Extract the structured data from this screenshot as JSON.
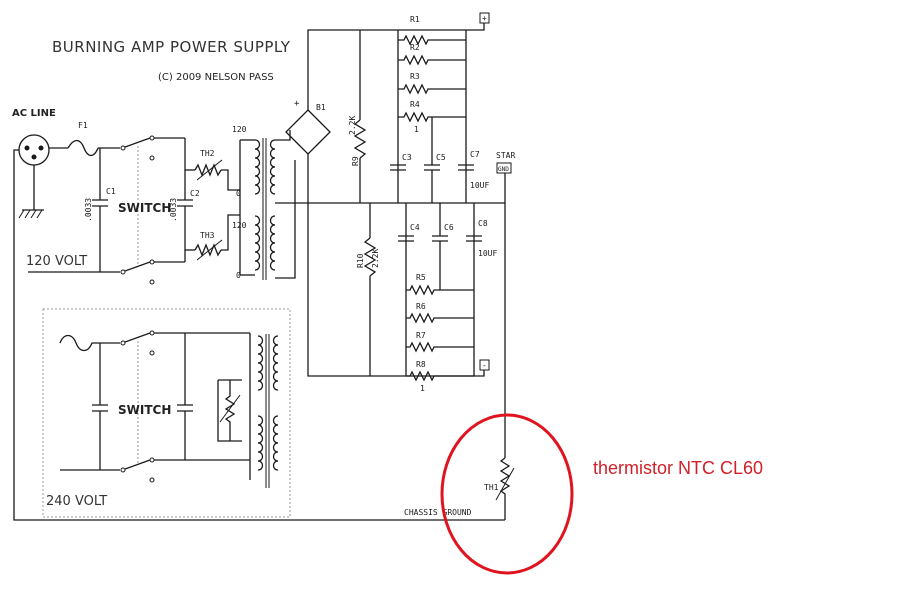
{
  "title": "BURNING AMP POWER SUPPLY",
  "copyright": "(C) 2009 NELSON PASS",
  "ac_line": "AC LINE",
  "v120": "120 VOLT",
  "v240": "240 VOLT",
  "switch": "SWITCH",
  "fuse": "F1",
  "c1": "C1",
  "c1_val": ".0033",
  "c2": "C2",
  "c2_val": ".0033",
  "th2": "TH2",
  "th3": "TH3",
  "tap_120": "120",
  "tap_0": "0",
  "bridge": "B1",
  "plus": "+",
  "r9": "R9",
  "r9_val": "2.2K",
  "r10": "R10",
  "r10_val": "2.2K",
  "resistors_top": [
    "R1",
    "R2",
    "R3",
    "R4"
  ],
  "resistors_bottom": [
    "R5",
    "R6",
    "R7",
    "R8"
  ],
  "one": "1",
  "c3": "C3",
  "c4": "C4",
  "c5": "C5",
  "c6": "C6",
  "c7": "C7",
  "c8": "C8",
  "uf10": "10UF",
  "star": "STAR",
  "gnd": "GND",
  "vplus": "+",
  "vminus": "-",
  "th1": "TH1",
  "chassis_ground": "CHASSIS GROUND",
  "annotation": "thermistor NTC CL60",
  "annotation_color": "#d0202a"
}
